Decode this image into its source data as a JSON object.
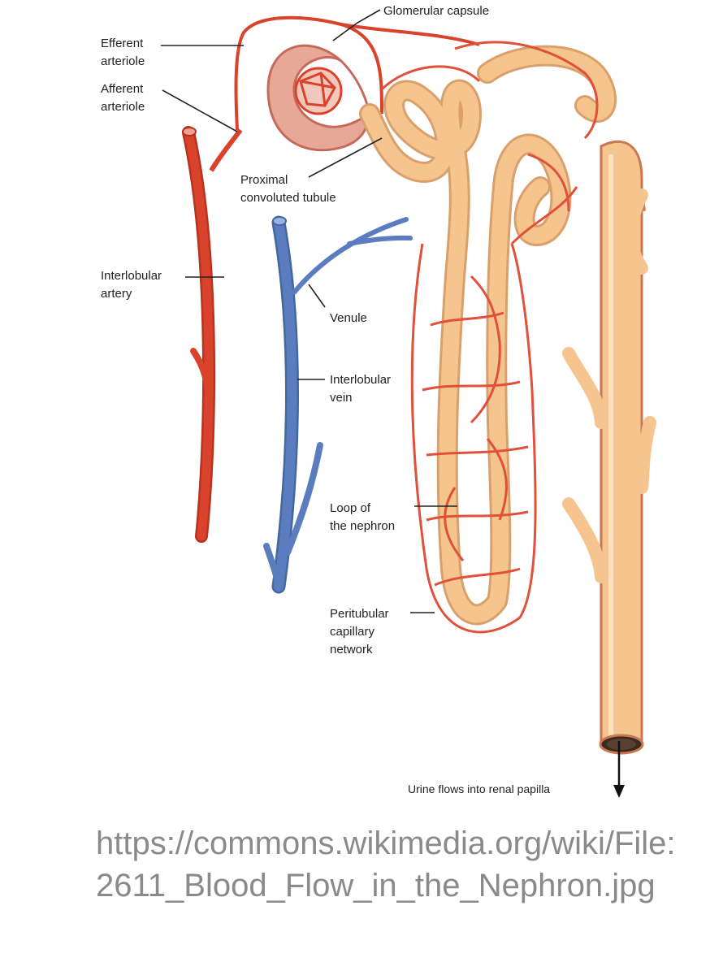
{
  "labels": {
    "glomerular_capsule": "Glomerular capsule",
    "efferent_arteriole": [
      "Efferent",
      "arteriole"
    ],
    "afferent_arteriole": [
      "Afferent",
      "arteriole"
    ],
    "proximal_convoluted_tubule": [
      "Proximal",
      "convoluted tubule"
    ],
    "interlobular_artery": [
      "Interlobular",
      "artery"
    ],
    "venule": "Venule",
    "interlobular_vein": [
      "Interlobular",
      "vein"
    ],
    "loop_of_nephron": [
      "Loop of",
      "the nephron"
    ],
    "peritubular_capillary_network": [
      "Peritubular",
      "capillary",
      "network"
    ],
    "urine_flow": "Urine flows into renal papilla"
  },
  "source_url": "https://commons.wikimedia.org/wiki/File:2611_Blood_Flow_in_the_Nephron.jpg",
  "colors": {
    "artery": "#d9432b",
    "vein": "#5b7dc0",
    "tubule": "#f6c48f",
    "capillary": "#e0503a"
  }
}
